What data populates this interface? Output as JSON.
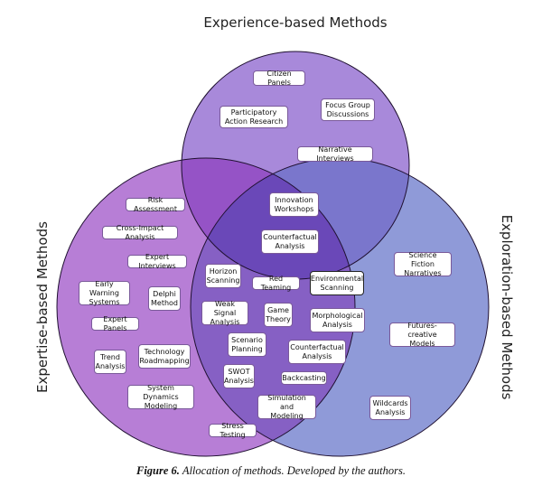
{
  "circles": {
    "top": {
      "label": "Experience-based Methods",
      "fill": "#9b6fcf"
    },
    "left": {
      "label": "Expertise-based Methods",
      "fill": "#a45fc4"
    },
    "right": {
      "label": "Exploration-based Methods",
      "fill": "#7a86cc"
    }
  },
  "methods": {
    "citizen_panels": "Citizen Panels",
    "participatory_action_research": "Participatory\nAction Research",
    "focus_group_discussions": "Focus Group\nDiscussions",
    "narrative_interviews": "Narrative Interviews",
    "innovation_workshops": "Innovation\nWorkshops",
    "counterfactual_analysis_top": "Counterfactual\nAnalysis",
    "risk_assessment": "Risk Assessment",
    "cross_impact_analysis": "Cross-Impact Analysis",
    "expert_interviews": "Expert Interviews",
    "early_warning_systems": "Early Warning\nSystems",
    "delphi_method": "Delphi\nMethod",
    "expert_panels": "Expert Panels",
    "trend_analysis": "Trend\nAnalysis",
    "technology_roadmapping": "Technology\nRoadmapping",
    "system_dynamics_modeling": "System Dynamics\nModeling",
    "stress_testing": "Stress Testing",
    "horizon_scanning": "Horizon\nScanning",
    "red_teaming": "Red Teaming",
    "environmental_scanning": "Environmental\nScanning",
    "weak_signal_analysis": "Weak Signal\nAnalysis",
    "game_theory": "Game\nTheory",
    "morphological_analysis": "Morphological\nAnalysis",
    "scenario_planning": "Scenario\nPlanning",
    "counterfactual_analysis_center": "Counterfactual\nAnalysis",
    "swot_analysis": "SWOT\nAnalysis",
    "backcasting": "Backcasting",
    "simulation_and_modeling": "Simulation and\nModeling",
    "science_fiction_narratives": "Science Fiction\nNarratives",
    "futures_creative_models": "Futures-creative\nModels",
    "wildcards_analysis": "Wildcards\nAnalysis"
  },
  "caption": {
    "label": "Figure 6.",
    "text": " Allocation of methods. Developed by the authors."
  }
}
